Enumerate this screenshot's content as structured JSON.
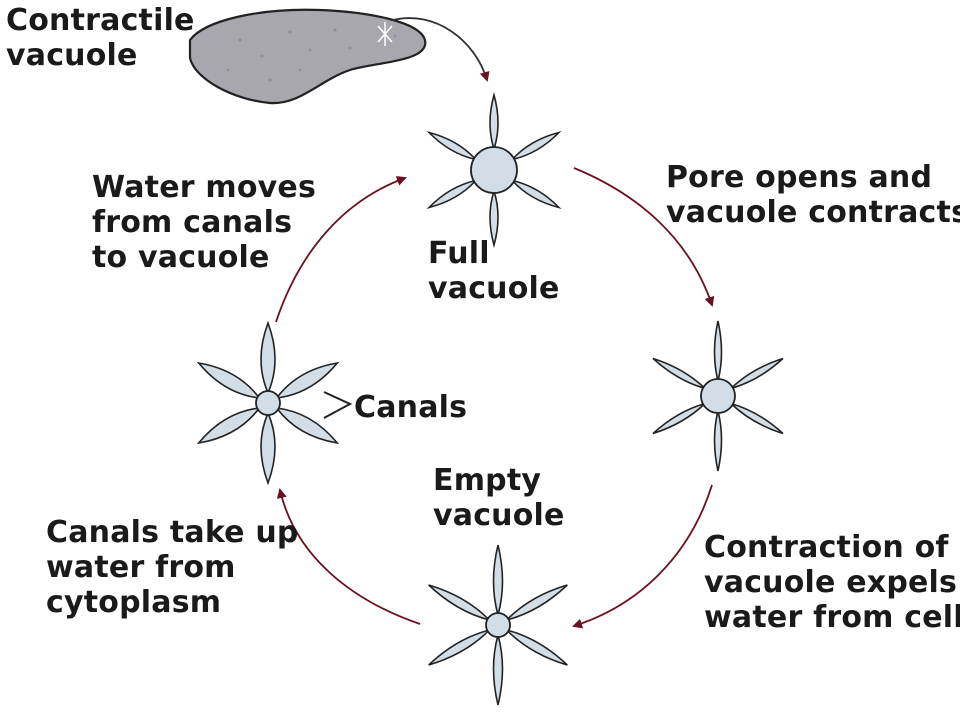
{
  "labels": {
    "contractile_vacuole": [
      "Contractile",
      "vacuole"
    ],
    "water_moves": [
      "Water moves",
      "from canals",
      "to vacuole"
    ],
    "full_vacuole": [
      "Full",
      "vacuole"
    ],
    "pore_opens": [
      "Pore opens and",
      "vacuole contracts"
    ],
    "canals": "Canals",
    "empty_vacuole": [
      "Empty",
      "vacuole"
    ],
    "canals_take_up": [
      "Canals take up",
      "water from",
      "cytoplasm"
    ],
    "contraction": [
      "Contraction of",
      "vacuole expels",
      "water from cell"
    ]
  },
  "colors": {
    "arrow": "#6b1020",
    "canal_fill": "#d3dde6",
    "cell_fill": "#a7a7ad",
    "stroke": "#222222"
  }
}
